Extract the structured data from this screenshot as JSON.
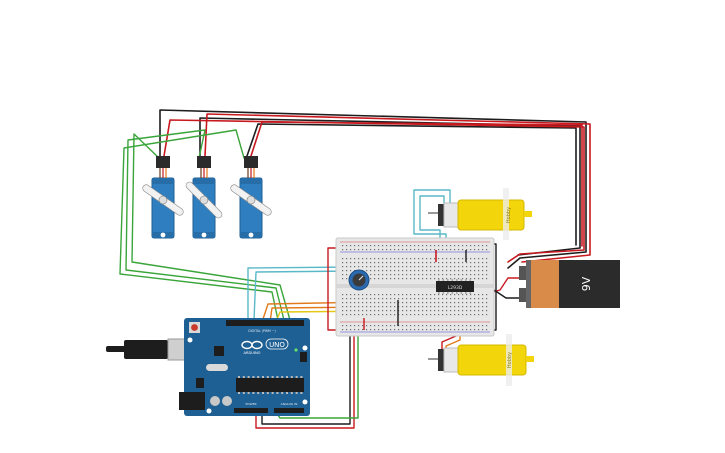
{
  "circuit": {
    "battery": {
      "label": "9V"
    },
    "arduino": {
      "model_label": "UNO",
      "brand_label": "ARDUINO",
      "digital_label": "DIGITAL (PWM ~)",
      "power_label": "POWER",
      "analog_label": "ANALOG IN"
    },
    "driver_ic": {
      "label": "L293D"
    },
    "motors": [
      {
        "label": "Hobby"
      },
      {
        "label": "Hobby"
      }
    ],
    "servos": [
      {
        "label": ""
      },
      {
        "label": ""
      },
      {
        "label": ""
      }
    ],
    "colors": {
      "arduino_blue": "#1e5f94",
      "battery_orange": "#d98b4a",
      "battery_black": "#2b2b2b",
      "motor_yellow": "#f2d60b",
      "servo_blue": "#2f7fc0",
      "breadboard": "#e7e7e7",
      "wire_red": "#c8191f",
      "wire_black": "#1d1d1d",
      "wire_green": "#3aa53a",
      "wire_teal": "#5ab9c8",
      "wire_orange": "#e27a1c",
      "wire_yellow": "#e6c617"
    }
  }
}
